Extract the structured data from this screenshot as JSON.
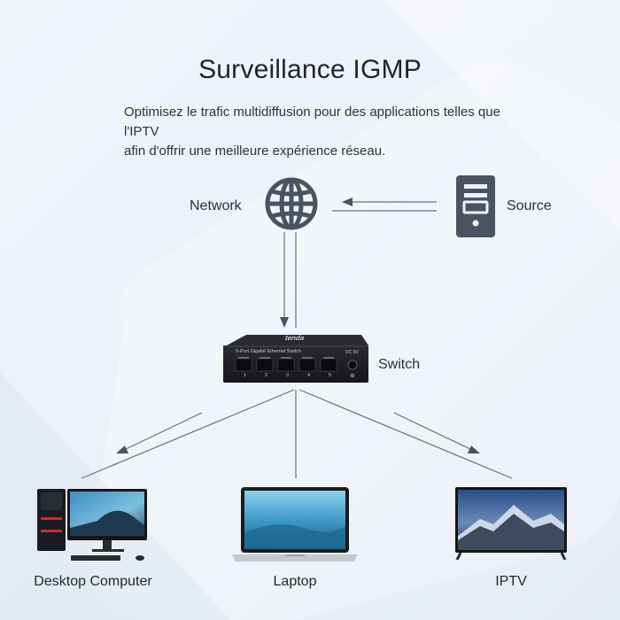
{
  "header": {
    "title": "Surveillance IGMP",
    "subtitle_line1": "Optimisez le trafic multidiffusion pour des applications telles que l'IPTV",
    "subtitle_line2": "afin d'offrir une meilleure expérience réseau."
  },
  "nodes": {
    "network": {
      "label": "Network",
      "icon": "globe-icon"
    },
    "source": {
      "label": "Source",
      "icon": "server-icon"
    },
    "switch": {
      "label": "Switch",
      "icon": "network-switch-icon",
      "device_text": "5-Port Gigabit Ethernet Switch",
      "brand": "tenda",
      "power_label": "DC 9V",
      "ports": [
        "1",
        "2",
        "3",
        "4",
        "5"
      ]
    },
    "desktop": {
      "label": "Desktop Computer",
      "icon": "desktop-computer-icon"
    },
    "laptop": {
      "label": "Laptop",
      "icon": "laptop-icon"
    },
    "iptv": {
      "label": "IPTV",
      "icon": "tv-icon"
    }
  },
  "colors": {
    "background": "#eef2f8",
    "title": "#1f2430",
    "icon": "#4b5262",
    "line": "#6b7180",
    "switch_body": "#1b1c20"
  }
}
